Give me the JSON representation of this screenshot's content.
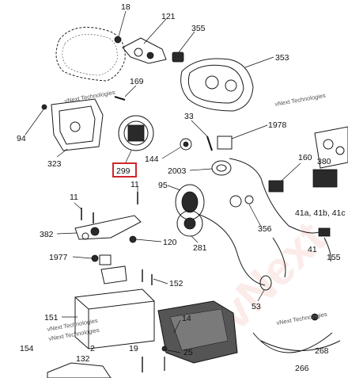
{
  "callouts": {
    "c18": "18",
    "c121": "121",
    "c355": "355",
    "c353": "353",
    "c169": "169",
    "c94": "94",
    "c323": "323",
    "c33": "33",
    "c1978": "1978",
    "c144": "144",
    "c299": "299",
    "c11a": "11",
    "c2003": "2003",
    "c160": "160",
    "c380": "380",
    "c95": "95",
    "c11b": "11",
    "c41abc": "41a, 41b, 41c",
    "c356": "356",
    "c382": "382",
    "c281": "281",
    "c120": "120",
    "c41": "41",
    "c155": "155",
    "c1977": "1977",
    "c152": "152",
    "c53": "53",
    "c151": "151",
    "c14": "14",
    "c154": "154",
    "c2": "2",
    "c19": "19",
    "c25": "25",
    "c268": "268",
    "c132": "132",
    "c266": "266"
  },
  "highlighted_part": "299",
  "highlight_color": "#d0262b",
  "watermarks": [
    "vNext Technologies",
    "vNext Technologies",
    "vNext Technologies",
    "vNext Technologies",
    "vNext Technologies"
  ]
}
